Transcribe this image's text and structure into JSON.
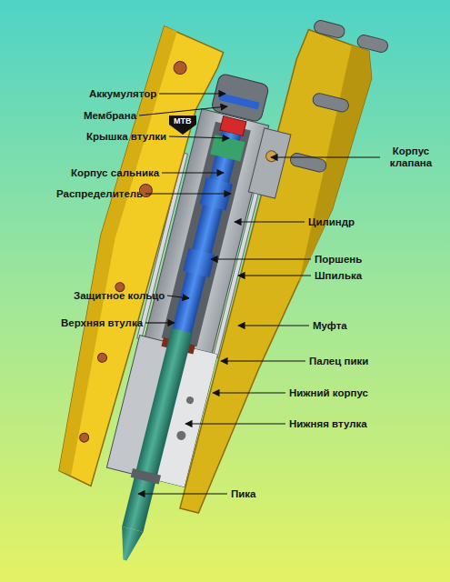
{
  "diagram": {
    "labels": [
      "Аккумулятор",
      "Мембрана",
      "Крышка втулки",
      "MTB",
      "Корпус сальника",
      "Распределитель",
      "Защитное кольцо",
      "Верхняя втулка",
      "Корпус клапана",
      "Цилиндр",
      "Поршень",
      "Шпилька",
      "Муфта",
      "Палец пики",
      "Нижний корпус",
      "Нижняя втулка",
      "Пика"
    ]
  }
}
